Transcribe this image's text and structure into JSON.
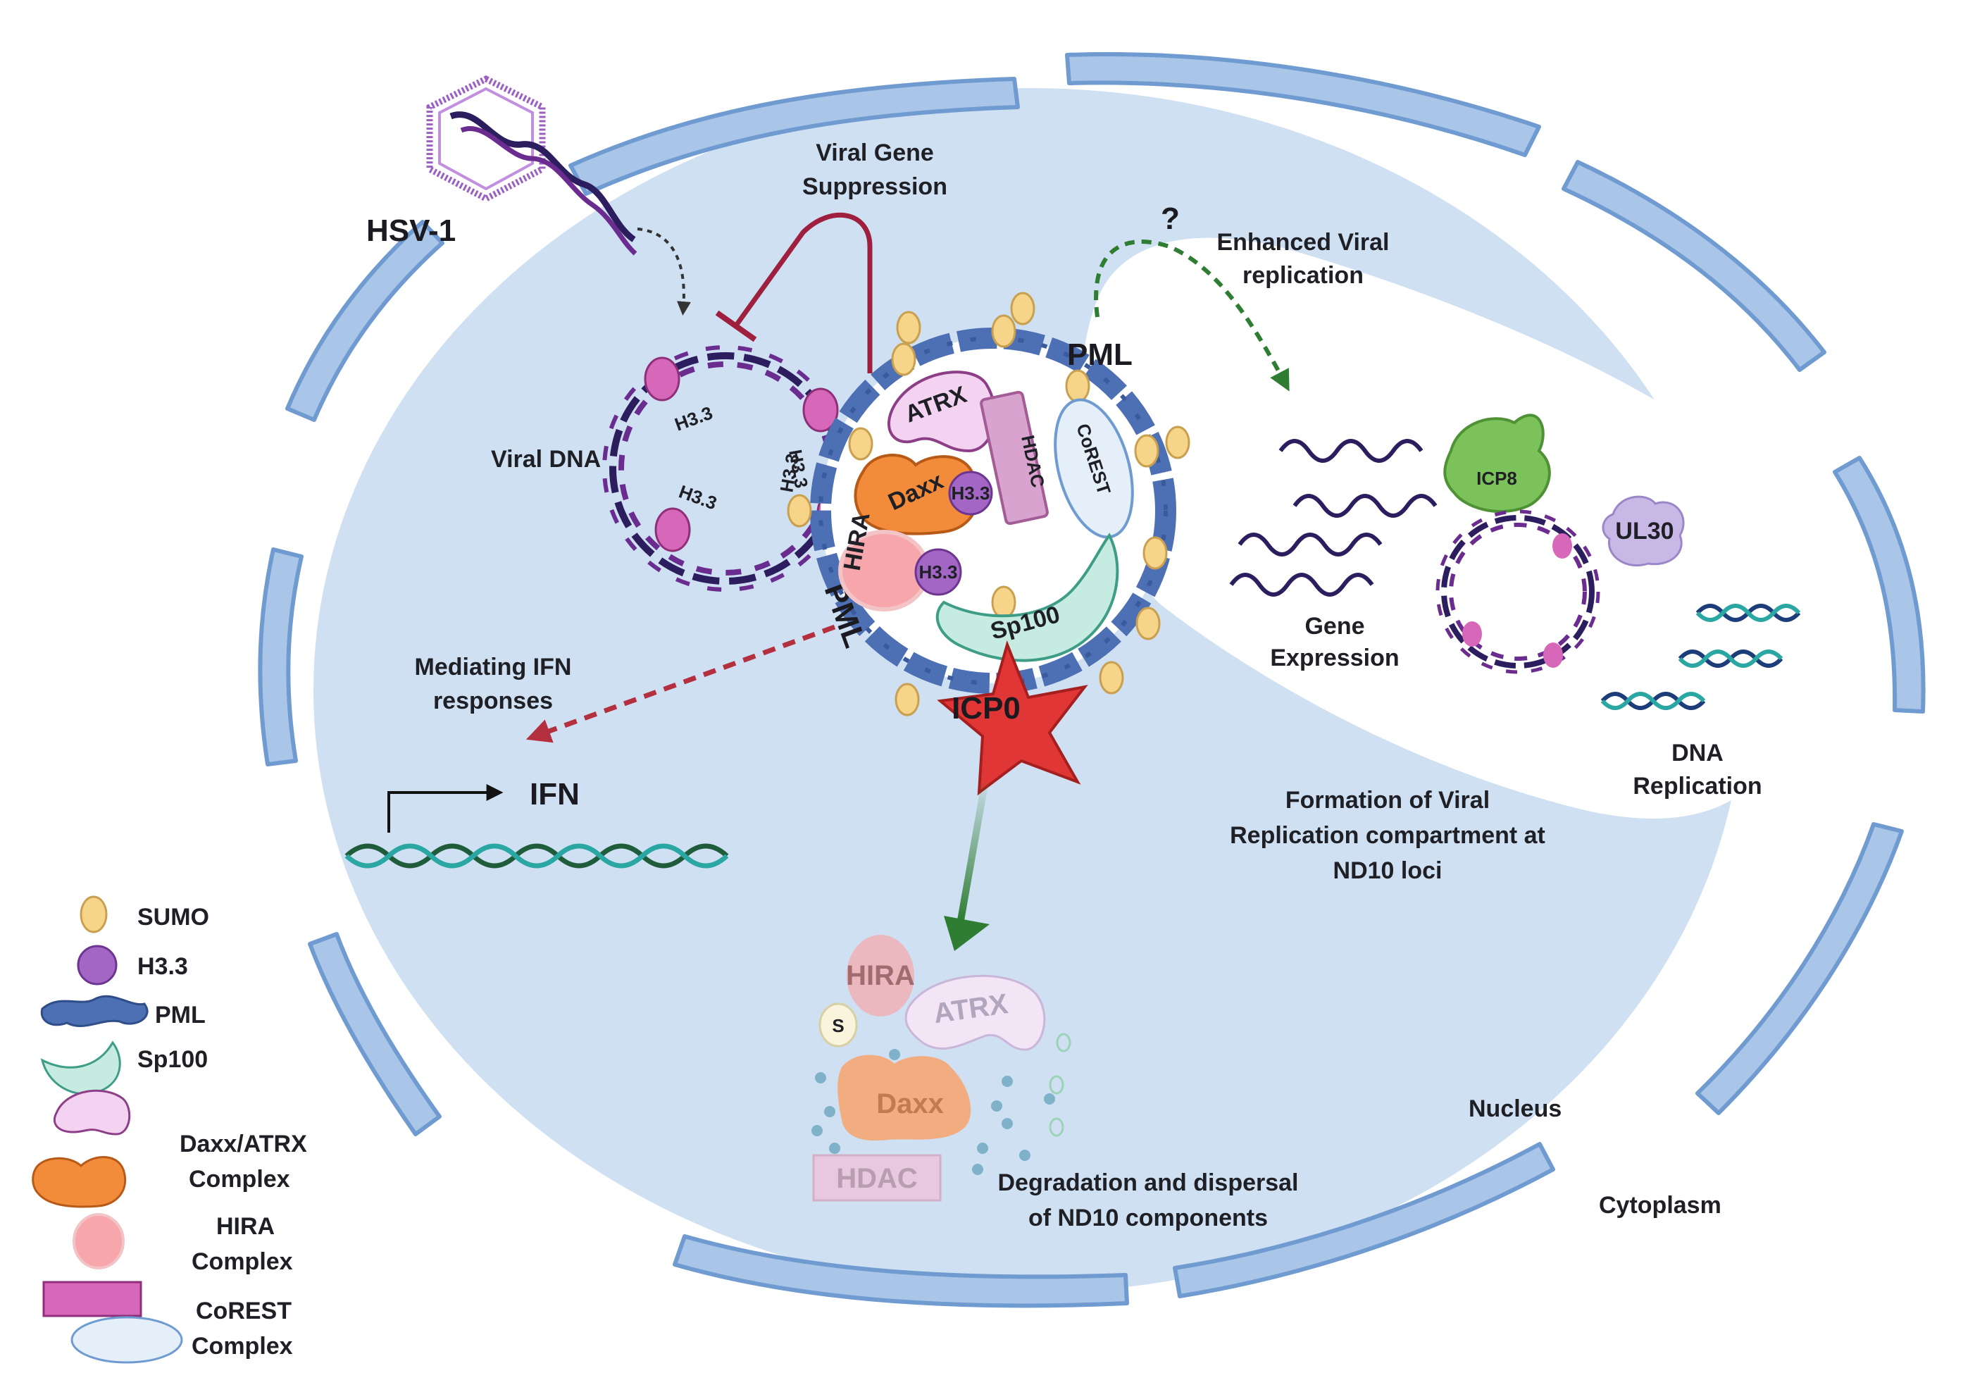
{
  "colors": {
    "nucleus_fill": "#cfe0f2",
    "membrane": "#a9c6e8",
    "membrane_stroke": "#6f9bd1",
    "dna_dark": "#2b1d5e",
    "dna_purple": "#6a2c8f",
    "histone": "#d767b9",
    "pml": "#4d6fb3",
    "sumo": "#f6d48a",
    "atrx": "#f3d3f1",
    "daxx": "#f28c3b",
    "h33": "#a466c4",
    "hira": "#f7a7ab",
    "hdac": "#d9a3cf",
    "corest": "#e5eff9",
    "sp100": "#c6ece1",
    "icp0": "#e13636",
    "icp8": "#7cc25b",
    "ul30": "#c8b8e6",
    "inhibit_arrow": "#9e1f3e",
    "ifn_arrow": "#b5303e",
    "green_arrow": "#2e7d32",
    "dsdna_a": "#1c3d7a",
    "dsdna_b": "#2aa6a3"
  },
  "icons": [
    "hsv1-capsid-icon",
    "sumo-icon",
    "h33-icon",
    "pml-icon",
    "sp100-icon",
    "daxx-atrx-icon",
    "hira-icon",
    "corest-hdac-icon",
    "icp0-star-icon"
  ],
  "labels": {
    "hsv1": "HSV-1",
    "viral_gene_suppression_line1": "Viral Gene",
    "viral_gene_suppression_line2": "Suppression",
    "viral_dna": "Viral DNA",
    "question": "?",
    "enhanced_line1": "Enhanced Viral",
    "enhanced_line2": "replication",
    "pml_top": "PML",
    "pml_bottom": "PML",
    "atrx": "ATRX",
    "daxx": "Daxx",
    "hdac": "HDAC",
    "corest": "CoREST",
    "h33": "H3.3",
    "hira": "HIRA",
    "sp100": "Sp100",
    "sumo_s": "S",
    "icp0": "ICP0",
    "icp8": "ICP8",
    "ul30": "UL30",
    "gene_expr_line1": "Gene",
    "gene_expr_line2": "Expression",
    "dna_rep_line1": "DNA",
    "dna_rep_line2": "Replication",
    "ifn_med_line1": "Mediating IFN",
    "ifn_med_line2": "responses",
    "ifn": "IFN",
    "formation_line1": "Formation of Viral",
    "formation_line2": "Replication compartment at",
    "formation_line3": "ND10 loci",
    "degradation_line1": "Degradation and dispersal",
    "degradation_line2": "of ND10 components",
    "nucleus": "Nucleus",
    "cytoplasm": "Cytoplasm"
  },
  "faded": {
    "hira": "HIRA",
    "atrx": "ATRX",
    "s": "S",
    "daxx": "Daxx",
    "hdac": "HDAC"
  },
  "legend": {
    "sumo": "SUMO",
    "h33": "H3.3",
    "pml": "PML",
    "sp100": "Sp100",
    "daxx_atrx_line1": "Daxx/ATRX",
    "daxx_atrx_line2": "Complex",
    "hira_line1": "HIRA",
    "hira_line2": "Complex",
    "corest_line1": "CoREST",
    "corest_line2": "Complex"
  }
}
